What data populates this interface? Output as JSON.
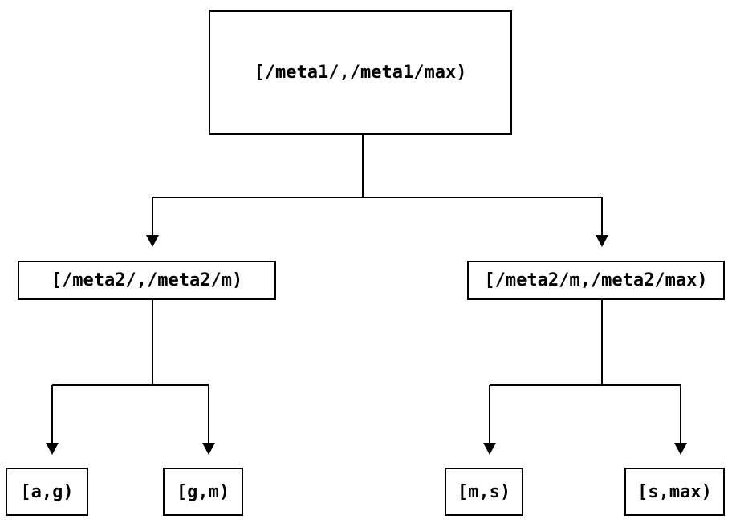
{
  "diagram": {
    "type": "tree",
    "colors": {
      "background": "#ffffff",
      "line": "#000000",
      "text": "#000000"
    },
    "nodes": {
      "root": {
        "label": "[/meta1/,/meta1/max)"
      },
      "meta2_left": {
        "label": "[/meta2/,/meta2/m)"
      },
      "meta2_right": {
        "label": "[/meta2/m,/meta2/max)"
      },
      "leaf_ag": {
        "label": "[a,g)"
      },
      "leaf_gm": {
        "label": "[g,m)"
      },
      "leaf_ms": {
        "label": "[m,s)"
      },
      "leaf_smax": {
        "label": "[s,max)"
      }
    },
    "edges": [
      {
        "from": "root",
        "to": "meta2_left"
      },
      {
        "from": "root",
        "to": "meta2_right"
      },
      {
        "from": "meta2_left",
        "to": "leaf_ag"
      },
      {
        "from": "meta2_left",
        "to": "leaf_gm"
      },
      {
        "from": "meta2_right",
        "to": "leaf_ms"
      },
      {
        "from": "meta2_right",
        "to": "leaf_smax"
      }
    ]
  }
}
